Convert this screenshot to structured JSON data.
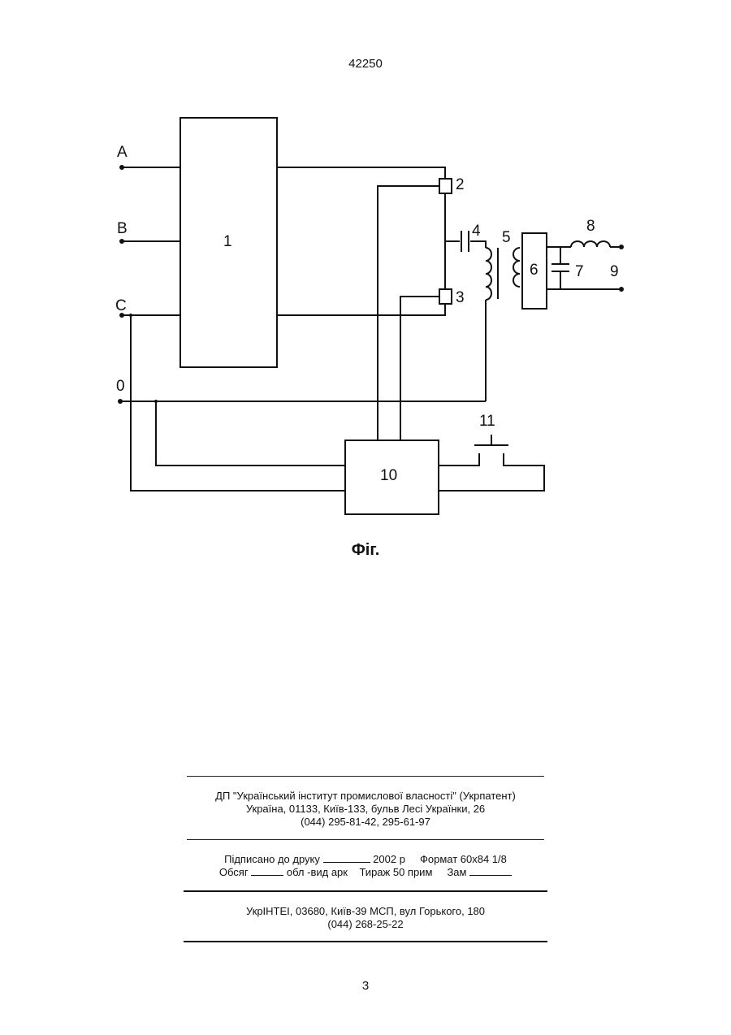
{
  "header": {
    "patent_number": "42250"
  },
  "figure": {
    "terminals": {
      "a": "A",
      "b": "B",
      "c": "C",
      "zero": "0",
      "out": "9"
    },
    "blocks": {
      "b1": "1",
      "b6": "6",
      "b10": "10"
    },
    "component_labels": {
      "l2": "2",
      "l3": "3",
      "l4": "4",
      "l5": "5",
      "l7": "7",
      "l8": "8",
      "l11": "11"
    },
    "caption": "Фіг."
  },
  "imprint": {
    "publisher": {
      "line1": "ДП \"Український інститут промислової власності\" (Укрпатент)",
      "line2": "Україна, 01133, Київ-133, бульв  Лесі Українки, 26",
      "line3": "(044) 295-81-42, 295-61-97"
    },
    "print": {
      "signed_label": "Підписано до друку",
      "year": "2002 р",
      "format": "Формат 60х84 1/8",
      "volume_label": "Обсяг",
      "sheets_label": "обл -вид  арк",
      "circulation": "Тираж 50 прим",
      "order_label": "Зам"
    },
    "printer": {
      "line1": "УкрІНТЕІ, 03680, Київ-39 МСП, вул  Горького, 180",
      "line2": "(044) 268-25-22"
    }
  },
  "footer": {
    "page_number": "3"
  }
}
